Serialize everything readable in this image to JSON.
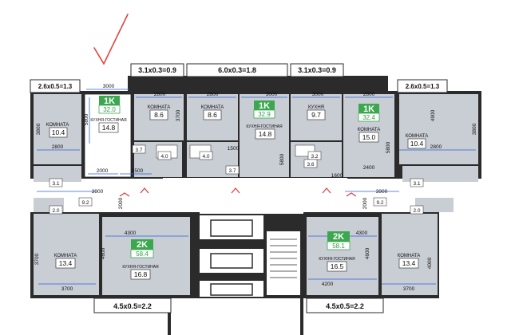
{
  "plan": {
    "colors": {
      "wall": "#2b2b2b",
      "room_fill": "#c9cdd4",
      "selected_fill": "#ffffff",
      "outline": "#222222",
      "dimension_line": "#2d5fe0",
      "badge_green": "#3ba84f",
      "door_marker": "#d83a3a",
      "check_mark": "#e0443e"
    },
    "balconies": [
      {
        "label": "3.1x0.3=0.9"
      },
      {
        "label": "6.0x0.3=1.8"
      },
      {
        "label": "3.1x0.3=0.9"
      },
      {
        "label": "2.6x0.5=1.3"
      },
      {
        "label": "2.6x0.5=1.3"
      },
      {
        "label": "4.5x0.5=2.2"
      },
      {
        "label": "4.5x0.5=2.2"
      }
    ],
    "apartments": [
      {
        "rooms": "1K",
        "area": "32.0"
      },
      {
        "rooms": "1K",
        "area": "32.9"
      },
      {
        "rooms": "1K",
        "area": "32.4"
      },
      {
        "rooms": "2K",
        "area": "58.4"
      },
      {
        "rooms": "2K",
        "area": "58.1"
      }
    ],
    "room_labels": {
      "room": "КОМНАТА",
      "kitchen": "КУХНЯ",
      "kitchen_living": "КУХНЯ-ГОСТИНАЯ"
    },
    "room_areas": {
      "left_room_top": "10.4",
      "a1_kitchen_living": "14.8",
      "a1_room_right": "8.6",
      "a2_room": "8.6",
      "a2_kitchen_living": "14.8",
      "a3_kitchen": "9.7",
      "a3_room": "15.0",
      "right_room_top": "10.4",
      "left_room_bottom": "13.4",
      "a4_kitchen_living": "16.8",
      "a5_kitchen_living": "16.5",
      "right_room_bottom": "13.4",
      "bath_1": "3.7",
      "bath_2": "4.0",
      "bath_3": "4.0",
      "bath_4": "3.7",
      "bath_5": "3.2",
      "bath_6": "3.6",
      "bath_7": "3.1",
      "bath_8": "2.0",
      "bath_9": "9.2",
      "bath_10": "3.1",
      "bath_11": "2.0",
      "bath_12": "9.2"
    },
    "dimensions": {
      "d1": "3000",
      "d2": "5800",
      "d3": "2000",
      "d4": "1500",
      "d5": "2800",
      "d6": "3700",
      "d7": "2800",
      "d8": "3000",
      "d9": "1500",
      "d10": "5800",
      "d11": "3000",
      "d12": "2800",
      "d13": "5800",
      "d14": "2400",
      "d15": "1600",
      "d16": "4900",
      "d17": "3800",
      "d18": "2800",
      "d19": "3800",
      "d20": "2800",
      "d21": "3900",
      "d22": "2000",
      "d23": "3900",
      "d24": "2000",
      "d25": "4300",
      "d26": "4600",
      "d27": "3700",
      "d28": "3700",
      "d29": "4600",
      "d30": "4200",
      "d31": "4300",
      "d32": "3700",
      "d33": "4000"
    }
  }
}
